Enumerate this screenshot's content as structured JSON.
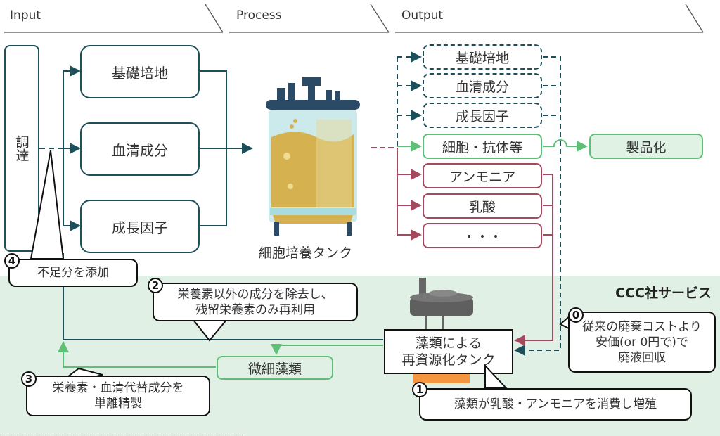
{
  "phases": {
    "input": "Input",
    "process": "Process",
    "output": "Output"
  },
  "input": {
    "procurement": "調達",
    "items": [
      "基礎培地",
      "血清成分",
      "成長因子"
    ]
  },
  "process": {
    "tank_label": "細胞培養タンク"
  },
  "output": {
    "recycled_items": [
      "基礎培地",
      "血清成分",
      "成長因子"
    ],
    "product_item": "細胞・抗体等",
    "productization": "製品化",
    "waste_items": [
      "アンモニア",
      "乳酸",
      "・・・"
    ]
  },
  "service": {
    "title": "CCC社サービス",
    "algae_tank": "藻類による\n再資源化タンク",
    "microalgae": "微細藻類"
  },
  "callouts": [
    {
      "number": "0",
      "text": "従来の廃棄コストより\n安価(or 0円で)で\n廃液回収"
    },
    {
      "number": "1",
      "text": "藻類が乳酸・アンモニアを消費し増殖"
    },
    {
      "number": "2",
      "text": "栄養素以外の成分を除去し、\n残留栄養素のみ再利用"
    },
    {
      "number": "3",
      "text": "栄養素・血清代替成分を\n単離精製"
    },
    {
      "number": "4",
      "text": "不足分を添加"
    }
  ],
  "colors": {
    "teal": "#1c4f5a",
    "green": "#5fbf77",
    "rose": "#a44a5e",
    "service_bg": "#e0f0e4",
    "product_fill": "#dff2e4"
  }
}
